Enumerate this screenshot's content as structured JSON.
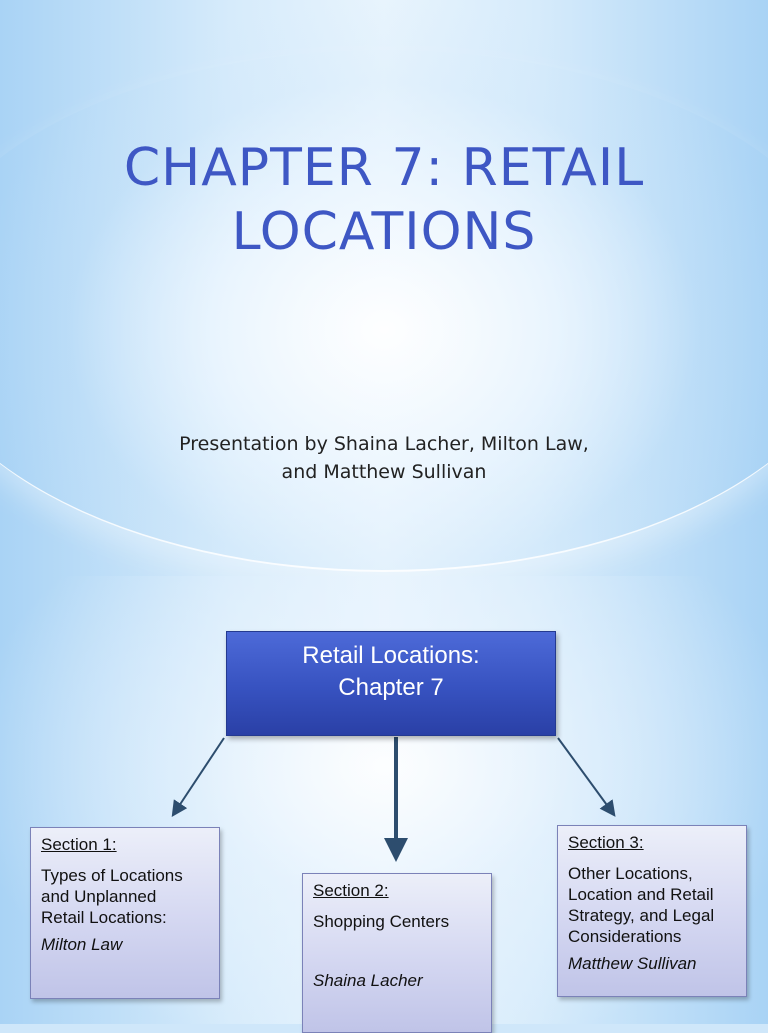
{
  "slide1": {
    "title": "CHAPTER 7:  RETAIL\nLOCATIONS",
    "subtitle": "Presentation by Shaina Lacher, Milton Law,\nand Matthew Sullivan"
  },
  "slide2": {
    "main_box": "Retail Locations:\nChapter 7",
    "sections": [
      {
        "heading": "Section 1:",
        "body": "Types of Locations\nand Unplanned\nRetail Locations:",
        "author": "Milton Law"
      },
      {
        "heading": "Section 2:",
        "body": "Shopping Centers",
        "author": "Shaina Lacher"
      },
      {
        "heading": "Section 3:",
        "body": "Other Locations,\nLocation and Retail\nStrategy, and Legal\nConsiderations",
        "author": "Matthew Sullivan"
      }
    ]
  },
  "colors": {
    "title": "#3e57c4",
    "main_box": "#3752c0",
    "arrow": "#2d4d6e"
  }
}
